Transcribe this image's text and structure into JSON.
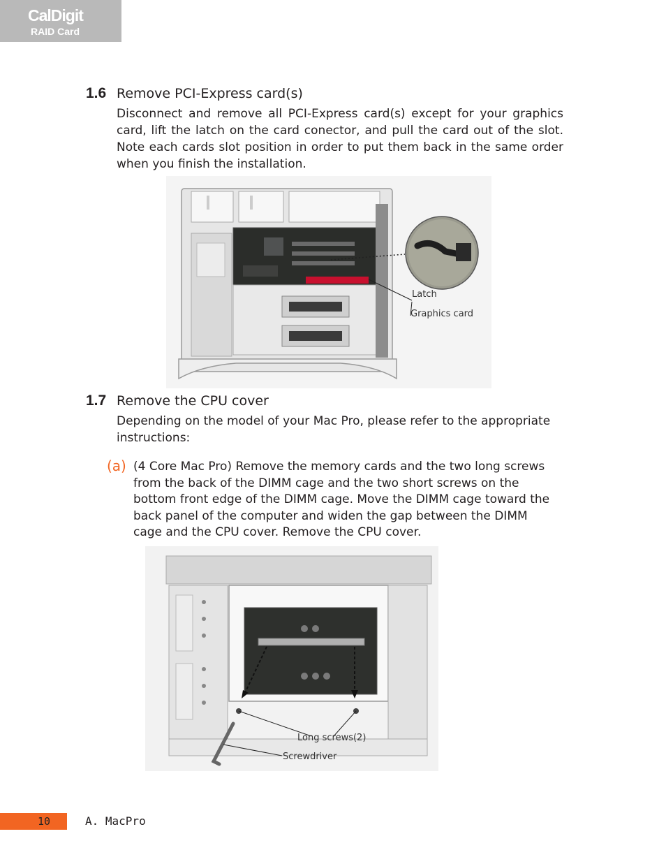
{
  "header": {
    "logo_line1": "CalDigit",
    "logo_line2": "RAID Card"
  },
  "section_1_6": {
    "number": "1.6",
    "title": "Remove PCI-Express card(s)",
    "body": "Disconnect and remove all PCI-Express card(s) except for your graphics card, lift the latch on the card conector, and pull the card out of the slot. Note each cards slot position in order to put them back in the same order when you finish the installation.",
    "figure": {
      "callouts": {
        "latch": "Latch",
        "graphics_card": "Graphics card"
      }
    }
  },
  "section_1_7": {
    "number": "1.7",
    "title": "Remove the CPU cover",
    "body": "Depending on the model of your Mac Pro, please refer to the appropriate instructions:",
    "sub_a": {
      "label": "(a)",
      "text": "(4 Core Mac Pro) Remove the memory cards and the two long screws from the back of the DIMM cage and the two short screws on the bottom front edge of the DIMM cage. Move the DIMM cage toward the back panel of the computer and widen the gap between the DIMM cage and the CPU cover. Remove the CPU cover."
    },
    "figure": {
      "callouts": {
        "long_screws": "Long screws(2)",
        "screwdriver": "Screwdriver"
      }
    }
  },
  "footer": {
    "page_number": "10",
    "label": "A. MacPro"
  },
  "colors": {
    "accent": "#f26522",
    "logo_bg": "#b9b9b9",
    "latch_highlight": "#c8102e"
  }
}
